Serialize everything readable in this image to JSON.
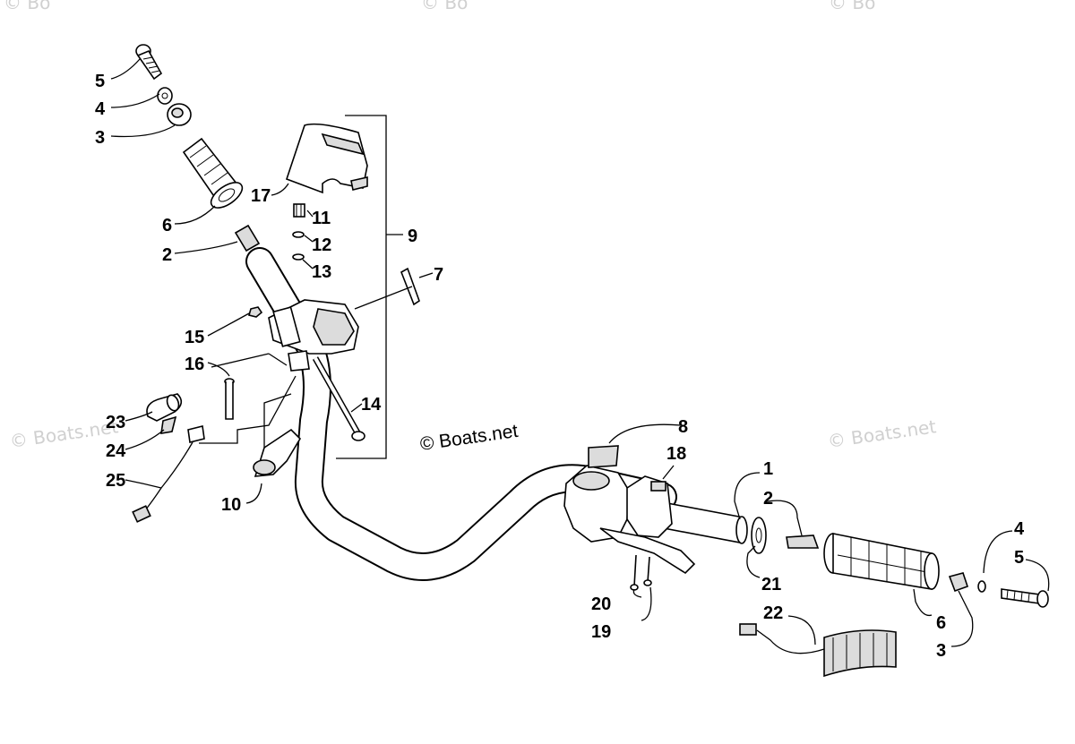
{
  "watermarks": {
    "left": "© Boats.net",
    "right": "© Boats.net",
    "top_left": "© Bo",
    "top_middle": "© Bo",
    "top_right": "© Bo"
  },
  "copyright": "© Boats.net",
  "callouts": {
    "c1": "1",
    "c2a": "2",
    "c2b": "2",
    "c3a": "3",
    "c3b": "3",
    "c4a": "4",
    "c4b": "4",
    "c5a": "5",
    "c5b": "5",
    "c6a": "6",
    "c6b": "6",
    "c7": "7",
    "c8": "8",
    "c9": "9",
    "c10": "10",
    "c11": "11",
    "c12": "12",
    "c13": "13",
    "c14": "14",
    "c15": "15",
    "c16": "16",
    "c17": "17",
    "c18": "18",
    "c19": "19",
    "c20": "20",
    "c21": "21",
    "c22": "22",
    "c23": "23",
    "c24": "24",
    "c25": "25"
  }
}
